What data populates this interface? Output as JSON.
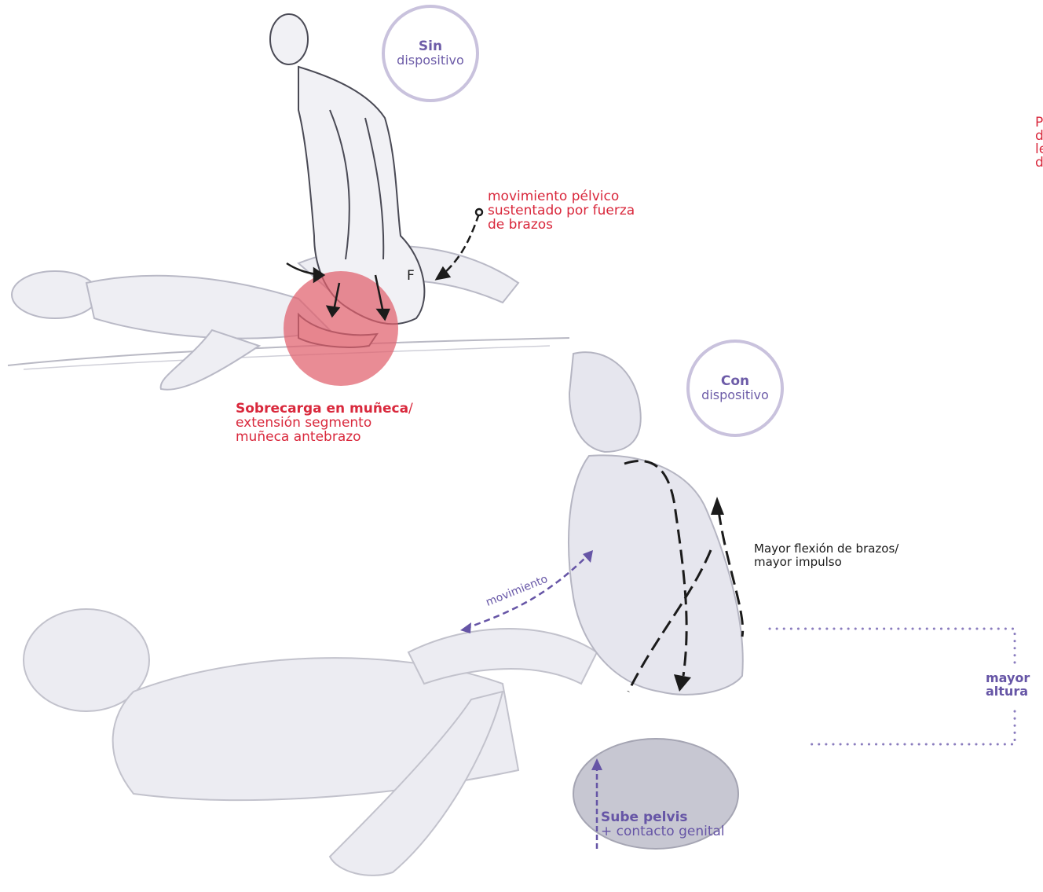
{
  "top_scene": {
    "circle": {
      "bold": "Sin",
      "text": "dispositivo"
    },
    "pelvic_note": [
      "movimiento pélvico",
      "sustentado por fuerza",
      "de brazos"
    ],
    "force_label": "F",
    "overload_title": "Sobrecarga en muñeca",
    "overload_slash": "/",
    "overload_lines": [
      "extensión segmento",
      "muñeca antebrazo"
    ]
  },
  "bottom_scene": {
    "circle": {
      "bold": "Con",
      "text": "dispositivo"
    },
    "arms_note": [
      "Mayor flexión de brazos/",
      "mayor impulso"
    ],
    "movement_label": "movimiento",
    "pelvis_bold": "Sube pelvis",
    "pelvis_text": "+ contacto genital",
    "height_label": [
      "mayor",
      "altura"
    ]
  },
  "cut_off_text": [
    "P",
    "d",
    "le",
    "d"
  ],
  "colors": {
    "red": "#d9283c",
    "purple": "#6655a6",
    "circle_border": "#c9c2dd",
    "overload_disk": "#e0606c"
  }
}
